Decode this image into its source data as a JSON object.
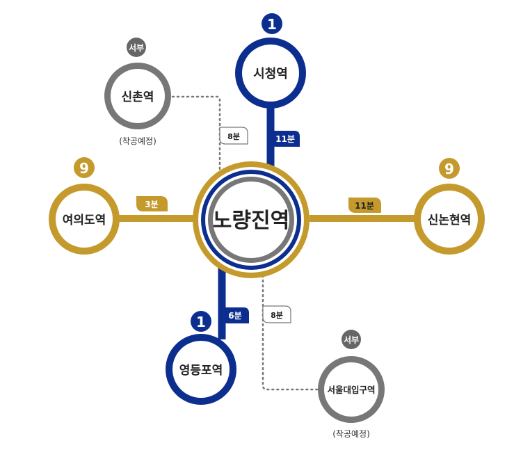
{
  "colors": {
    "line1": "#0c2f8f",
    "line9": "#c49a2c",
    "seobu": "#777777",
    "white": "#ffffff",
    "text": "#222222"
  },
  "center": {
    "name": "노량진역"
  },
  "stations": {
    "sicheong": {
      "name": "시청역",
      "line_badge": "1",
      "line": "1"
    },
    "sinchon": {
      "name": "신촌역",
      "line_badge": "서부",
      "line": "seobu",
      "note": "(착공예정)"
    },
    "yeouido": {
      "name": "여의도역",
      "line_badge": "9",
      "line": "9"
    },
    "sinnonhyeon": {
      "name": "신논현역",
      "line_badge": "9",
      "line": "9"
    },
    "yeongdeungpo": {
      "name": "영등포역",
      "line_badge": "1",
      "line": "1"
    },
    "snu": {
      "name": "서울대입구역",
      "line_badge": "서부",
      "line": "seobu",
      "note": "(착공예정)"
    }
  },
  "times": {
    "to_sicheong": "11분",
    "to_sinchon": "8분",
    "to_yeouido": "3분",
    "to_sinnonhyeon": "11분",
    "to_yeongdeungpo": "6분",
    "to_snu": "8분"
  }
}
